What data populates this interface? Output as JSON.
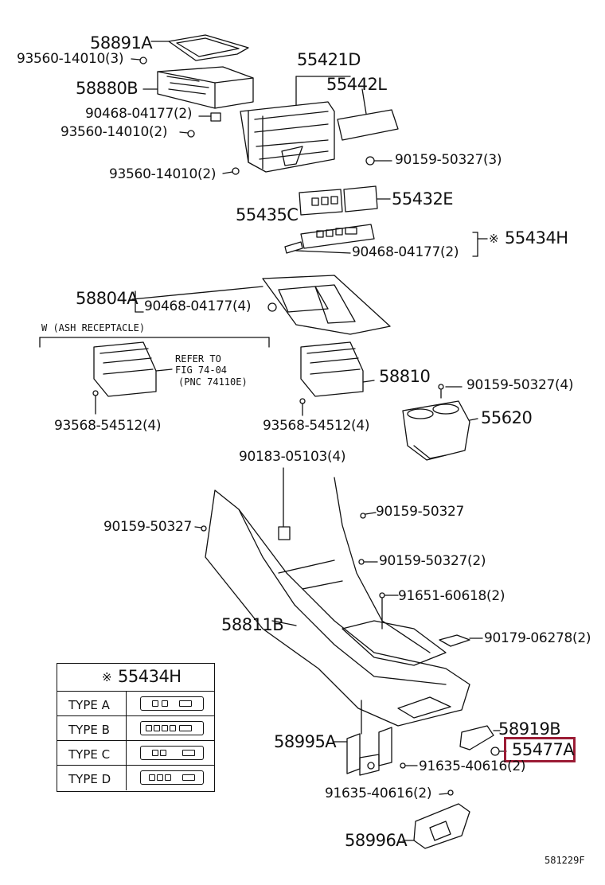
{
  "labels": {
    "p58891A": "58891A",
    "p93560_a": "93560-14010(3)",
    "p58880B": "58880B",
    "p55421D": "55421D",
    "p55442L": "55442L",
    "p90468_a": "90468-04177(2)",
    "p93560_b": "93560-14010(2)",
    "p90159_a": "90159-50327(3)",
    "p93560_c": "93560-14010(2)",
    "p55432E": "55432E",
    "p55435C": "55435C",
    "p55434H": "55434H",
    "p90468_b": "90468-04177(2)",
    "p58804A": "58804A",
    "p90468_c": "90468-04177(4)",
    "ash_note": "W (ASH RECEPTACLE)",
    "refer_1": "REFER TO",
    "refer_2": "FIG 74-04",
    "refer_3": "(PNC 74110E)",
    "p58810": "58810",
    "p90159_b": "90159-50327(4)",
    "p93568_a": "93568-54512(4)",
    "p93568_b": "93568-54512(4)",
    "p55620": "55620",
    "p90183": "90183-05103(4)",
    "p90159_c": "90159-50327",
    "p90159_d": "90159-50327",
    "p90159_e": "90159-50327(2)",
    "p91651": "91651-60618(2)",
    "p58811B": "58811B",
    "p90179": "90179-06278(2)",
    "p58919B": "58919B",
    "p58995A": "58995A",
    "p55477A": "55477A",
    "p91635_a": "91635-40616(2)",
    "p91635_b": "91635-40616(2)",
    "p58996A": "58996A",
    "figure_code": "581229F",
    "note_mark": "※"
  },
  "type_table": {
    "header": "55434H",
    "rows": [
      {
        "type": "TYPE A"
      },
      {
        "type": "TYPE B"
      },
      {
        "type": "TYPE C"
      },
      {
        "type": "TYPE D"
      }
    ]
  },
  "colors": {
    "line": "#111111",
    "highlight": "#9b1c35"
  }
}
